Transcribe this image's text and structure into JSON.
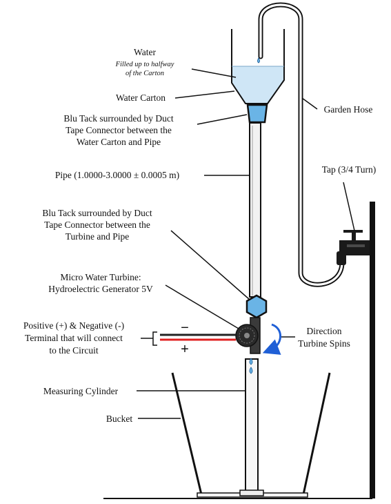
{
  "labels": {
    "water": "Water",
    "water_note_1": "Filled up to halfway",
    "water_note_2": "of the Carton",
    "water_carton": "Water Carton",
    "connector_top_1": "Blu Tack surrounded by Duct",
    "connector_top_2": "Tape Connector between the",
    "connector_top_3": "Water Carton and Pipe",
    "pipe": "Pipe (1.0000-3.0000 ± 0.0005 m)",
    "connector_bottom_1": "Blu Tack surrounded by Duct",
    "connector_bottom_2": "Tape Connector between the",
    "connector_bottom_3": "Turbine and Pipe",
    "turbine_1": "Micro Water Turbine:",
    "turbine_2": "Hydroelectric Generator 5V",
    "terminal_1": "Positive (+) & Negative (-)",
    "terminal_2": "Terminal that will connect",
    "terminal_3": "to the Circuit",
    "cylinder": "Measuring Cylinder",
    "bucket": "Bucket",
    "garden_hose": "Garden Hose",
    "tap": "Tap (3/4 Turn)",
    "direction_1": "Direction",
    "direction_2": "Turbine Spins",
    "minus_sign": "−",
    "plus_sign": "+"
  },
  "colors": {
    "water_fill": "#cfe6f6",
    "connector_fill": "#6ab4e6",
    "terminal_positive": "#e02020",
    "terminal_negative": "#222222",
    "spin_arrow": "#1f5fd6",
    "pipe_fill": "#f2f2f2",
    "turbine_body": "#2a2a2a"
  }
}
